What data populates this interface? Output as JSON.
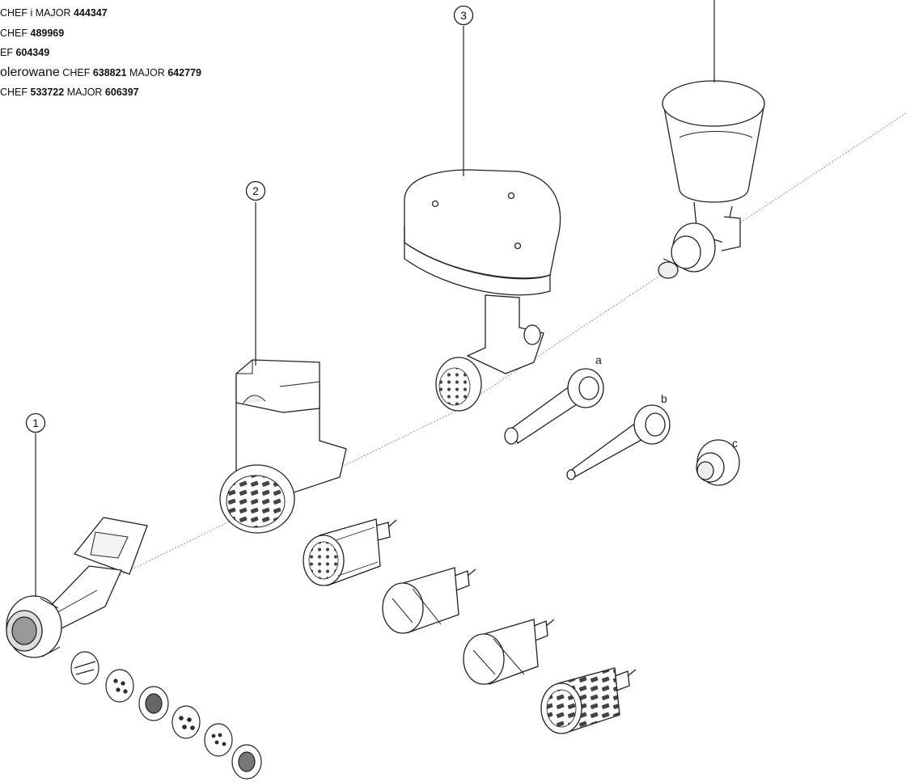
{
  "legend": [
    {
      "parts": [
        {
          "t": "CHEF i MAJOR "
        },
        {
          "t": "444347",
          "b": true
        }
      ]
    },
    {
      "parts": [
        {
          "t": "CHEF "
        },
        {
          "t": "489969",
          "b": true
        }
      ]
    },
    {
      "parts": [
        {
          "t": "EF "
        },
        {
          "t": "604349",
          "b": true
        }
      ]
    },
    {
      "parts": [
        {
          "t": "olerowane",
          "big": true
        },
        {
          "t": " CHEF "
        },
        {
          "t": "638821",
          "b": true
        },
        {
          "t": " MAJOR "
        },
        {
          "t": "642779",
          "b": true
        }
      ]
    },
    {
      "parts": [
        {
          "t": "CHEF "
        },
        {
          "t": "533722",
          "b": true
        },
        {
          "t": " MAJOR "
        },
        {
          "t": "606397",
          "b": true
        }
      ]
    }
  ],
  "callouts": {
    "one": "1",
    "two": "2",
    "three": "3",
    "a": "a",
    "b": "b",
    "c": "c"
  }
}
